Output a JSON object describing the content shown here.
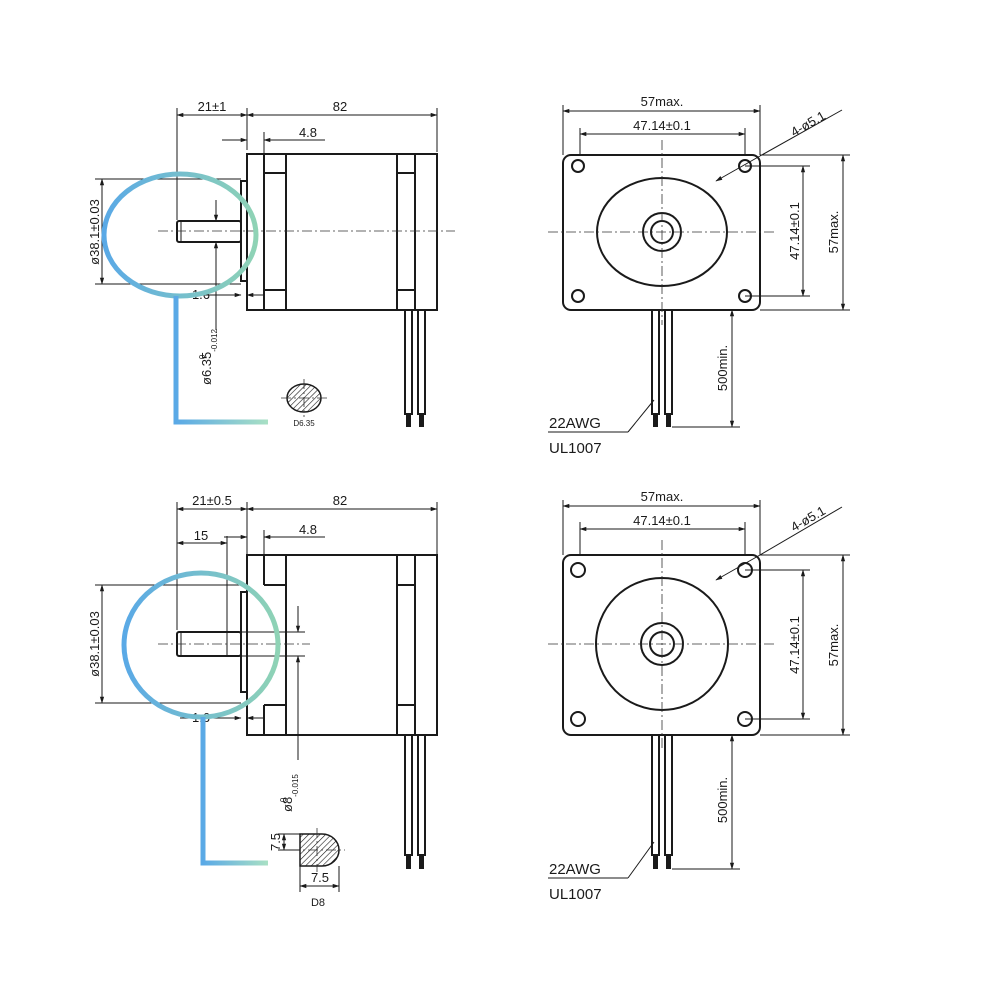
{
  "colors": {
    "highlight_blue": "#5aa9e6",
    "highlight_teal": "#8fd3b5",
    "line": "#1a1a1a"
  },
  "top": {
    "side": {
      "shaft_len": "21±1",
      "body_len": "82",
      "flange": "4.8",
      "pilot_dia": "ø38.1±0.03",
      "step": "1.6",
      "shaft_dia_main": "ø6.35",
      "shaft_dia_sup": "0",
      "shaft_dia_sub": "-0.012",
      "section_label": "D6.35"
    },
    "front": {
      "width_max": "57max.",
      "hole_spacing_h": "47.14±0.1",
      "hole_spec": "4-ø5.1",
      "hole_spacing_v": "47.14±0.1",
      "height_max": "57max.",
      "lead_len": "500min.",
      "wire_gauge": "22AWG",
      "wire_std": "UL1007"
    }
  },
  "bottom": {
    "side": {
      "shaft_len": "21±0.5",
      "body_len": "82",
      "flat_len": "15",
      "flange": "4.8",
      "pilot_dia": "ø38.1±0.03",
      "step": "1.6",
      "shaft_dia_main": "ø8",
      "shaft_dia_sup": "0",
      "shaft_dia_sub": "-0.015",
      "section_dim_v": "7.5",
      "section_dim_h": "7.5",
      "section_label": "D8"
    },
    "front": {
      "width_max": "57max.",
      "hole_spacing_h": "47.14±0.1",
      "hole_spec": "4-ø5.1",
      "hole_spacing_v": "47.14±0.1",
      "height_max": "57max.",
      "lead_len": "500min.",
      "wire_gauge": "22AWG",
      "wire_std": "UL1007"
    }
  }
}
